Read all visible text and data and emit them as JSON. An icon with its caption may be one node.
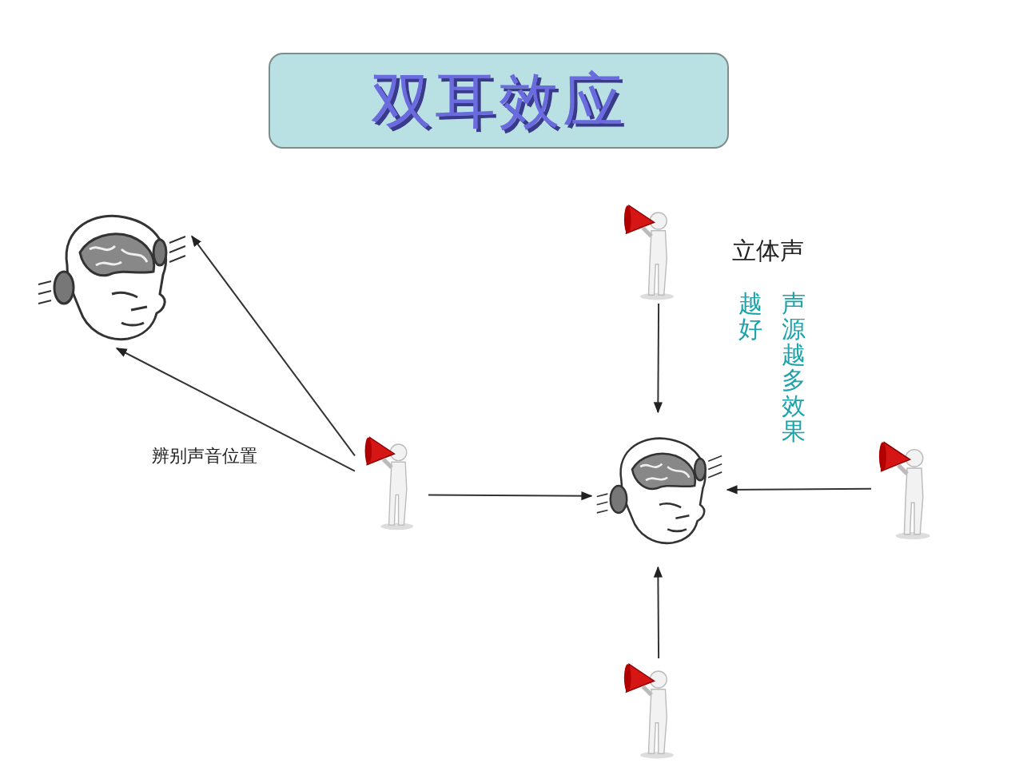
{
  "diagram": {
    "title": "双耳效应",
    "nodes": [
      {
        "text": [],
        "shape": "picture"
      },
      {
        "text": [],
        "shape": "picture"
      },
      {
        "text": [],
        "shape": "picture"
      },
      {
        "text": [],
        "shape": "picture"
      },
      {
        "text": [],
        "shape": "picture"
      },
      {
        "text": [],
        "shape": "picture"
      }
    ],
    "edges": [
      {
        "from": 1,
        "to": 0,
        "arrow": "to"
      },
      {
        "from": 1,
        "to": 0,
        "arrow": "to"
      },
      {
        "from": 1,
        "to": 2,
        "arrow": "to"
      },
      {
        "from": 3,
        "to": 2,
        "arrow": "to"
      },
      {
        "from": 4,
        "to": 2,
        "arrow": "to"
      },
      {
        "from": 5,
        "to": 2,
        "arrow": "to"
      }
    ],
    "labels": [
      "辨别声音位置",
      "立体声",
      "声源越多效果越好"
    ]
  }
}
